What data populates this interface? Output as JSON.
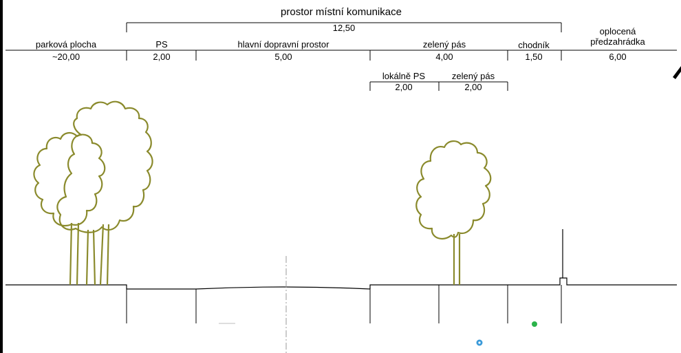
{
  "title": "prostor místní komunikace",
  "total": "12,50",
  "segments": [
    {
      "name": "parková plocha",
      "width": "~20,00"
    },
    {
      "name": "PS",
      "width": "2,00"
    },
    {
      "name": "hlavní dopravní prostor",
      "width": "5,00"
    },
    {
      "name": "zelený pás",
      "width": "4,00"
    },
    {
      "name": "chodník",
      "width": "1,50"
    },
    {
      "name_line1": "oplocená",
      "name_line2": "předzahrádka",
      "width": "6,00"
    }
  ],
  "sub_segments": [
    {
      "name": "lokálně PS",
      "width": "2,00"
    },
    {
      "name": "zelený pás",
      "width": "2,00"
    }
  ],
  "colors": {
    "line": "#000000",
    "tree": "#8a8a2c",
    "axis": "#9a9a9a",
    "marker_green": "#2bb34a",
    "marker_blue": "#3a9ad9"
  }
}
